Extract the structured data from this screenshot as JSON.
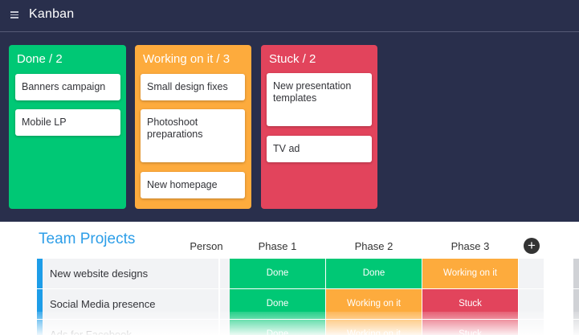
{
  "kanban": {
    "title": "Kanban",
    "columns": [
      {
        "title": "Done / 2",
        "color": "#00c875",
        "cards": [
          "Banners campaign",
          "Mobile LP"
        ]
      },
      {
        "title": "Working on it / 3",
        "color": "#fdab3d",
        "cards": [
          "Small design fixes",
          "Photoshoot preparations",
          "New homepage"
        ]
      },
      {
        "title": "Stuck / 2",
        "color": "#e2445c",
        "cards": [
          "New presentation templates",
          "TV ad"
        ]
      }
    ]
  },
  "table": {
    "title": "Team Projects",
    "headers": {
      "person": "Person",
      "phase1": "Phase 1",
      "phase2": "Phase 2",
      "phase3": "Phase 3"
    },
    "add_icon": "plus-circle-icon",
    "rows": [
      {
        "name": "New website designs",
        "avatar": "woman-avatar",
        "phase1": "Done",
        "phase2": "Done",
        "phase3": "Working on it"
      },
      {
        "name": "Social Media presence",
        "avatar": "man-avatar",
        "phase1": "Done",
        "phase2": "Working on it",
        "phase3": "Stuck"
      },
      {
        "name": "Ads for Facebook",
        "avatar": "woman-avatar",
        "phase1": "Done",
        "phase2": "Working on it",
        "phase3": "Stuck"
      }
    ]
  },
  "status_colors": {
    "Done": "#00c875",
    "Working on it": "#fdab3d",
    "Stuck": "#e2445c"
  },
  "accent": "#2d9ee8"
}
